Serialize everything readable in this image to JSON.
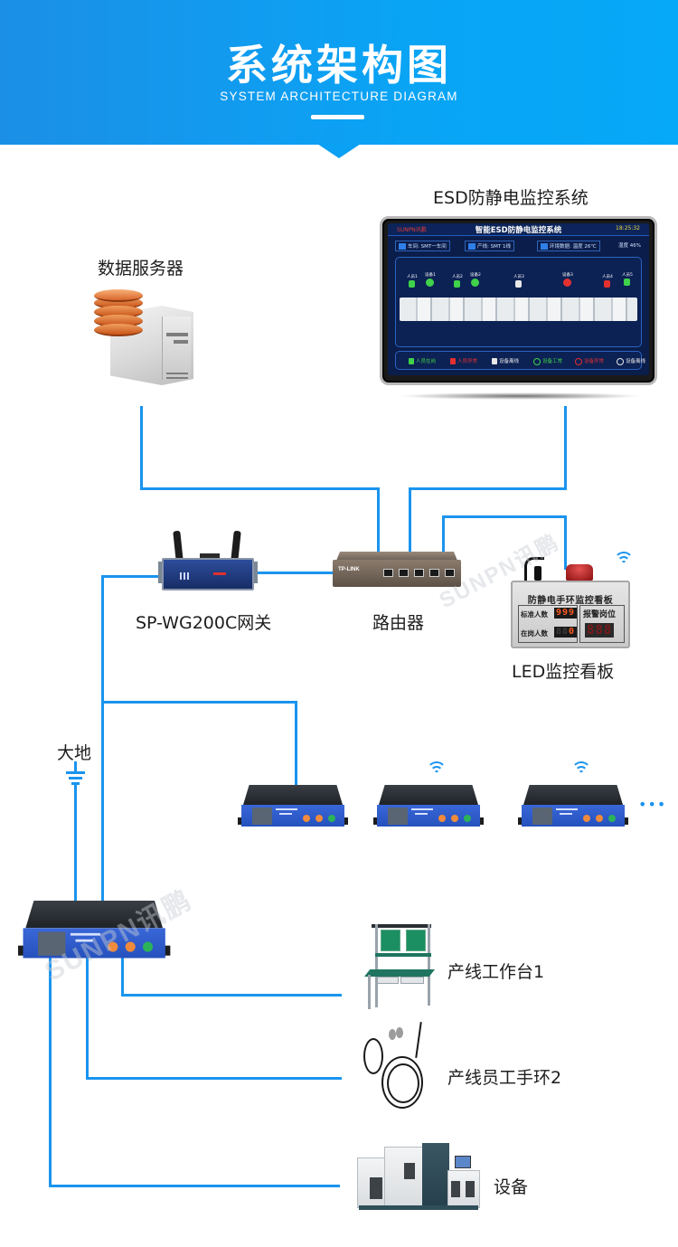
{
  "header": {
    "title": "系统架构图",
    "subtitle": "SYSTEM ARCHITECTURE DIAGRAM"
  },
  "colors": {
    "banner": "#0aa0f3",
    "wire": "#1a94ee",
    "led_digit": "#ff5a1f"
  },
  "nodes": {
    "server": {
      "label": "数据服务器",
      "icon": "database-server-icon"
    },
    "monitor_system": {
      "label": "ESD防静电监控系统",
      "icon": "touch-display-icon",
      "screen": {
        "brand": "SUNPN讯鹏",
        "title": "智能ESD防静电监控系统",
        "time": "18:25:32",
        "info": [
          {
            "text": "车间: SMT一车间"
          },
          {
            "text": "产线: SMT 1线"
          },
          {
            "text": "环境数据:  温度 26℃"
          },
          {
            "text": "湿度 46%"
          }
        ],
        "markers": [
          {
            "label": "人员1",
            "kind": "person",
            "state": "ok"
          },
          {
            "label": "设备1",
            "kind": "device",
            "state": "ok"
          },
          {
            "label": "人员2",
            "kind": "person",
            "state": "ok"
          },
          {
            "label": "设备2",
            "kind": "device",
            "state": "ok"
          },
          {
            "label": "人员3",
            "kind": "person",
            "state": "offline"
          },
          {
            "label": "设备3",
            "kind": "device",
            "state": "alarm"
          },
          {
            "label": "人员4",
            "kind": "person",
            "state": "alarm"
          },
          {
            "label": "人员5",
            "kind": "person",
            "state": "ok"
          }
        ],
        "legend": [
          {
            "text": "人员在岗",
            "color": "#3fd24a",
            "kind": "person"
          },
          {
            "text": "人员异常",
            "color": "#e53030",
            "kind": "person"
          },
          {
            "text": "设备离线",
            "color": "#e8e8e8",
            "kind": "person"
          },
          {
            "text": "设备工常",
            "color": "#3fd24a",
            "kind": "device"
          },
          {
            "text": "设备异常",
            "color": "#e53030",
            "kind": "device"
          },
          {
            "text": "设备离线",
            "color": "#e8e8e8",
            "kind": "device"
          }
        ]
      }
    },
    "gateway": {
      "label": "SP-WG200C网关",
      "icon": "gateway-icon"
    },
    "router": {
      "label": "路由器",
      "brand": "TP-LINK",
      "icon": "router-icon"
    },
    "led_board": {
      "label": "LED监控看板",
      "icon": "led-board-icon",
      "title": "防静电手环监控看板",
      "row1_label": "标准人数",
      "row1_value": "999",
      "row2_label": "在岗人数",
      "row2_value": "0",
      "alarm_label": "报警岗位",
      "alarm_value": "888"
    },
    "ground": {
      "label": "大地",
      "icon": "ground-icon"
    },
    "esd_monitors": [
      {
        "name": "esd-monitor-main",
        "wifi": false
      },
      {
        "name": "esd-monitor-1",
        "wifi": false
      },
      {
        "name": "esd-monitor-2",
        "wifi": true
      },
      {
        "name": "esd-monitor-3",
        "wifi": true
      }
    ],
    "more_indicator": "•••",
    "workbench": {
      "label": "产线工作台1",
      "icon": "workbench-icon"
    },
    "wrist_strap": {
      "label": "产线员工手环2",
      "icon": "wrist-strap-icon"
    },
    "equipment": {
      "label": "设备",
      "icon": "equipment-icon"
    }
  },
  "watermark": "SUNPN讯鹏"
}
